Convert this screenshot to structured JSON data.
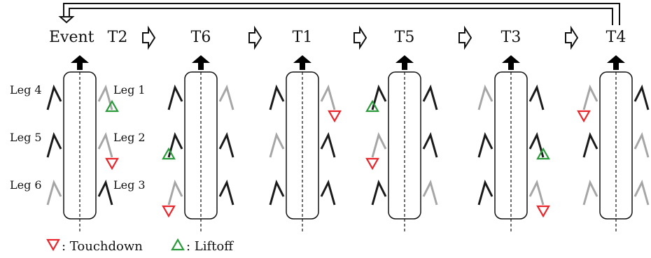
{
  "header": {
    "event_label": "Event",
    "sequence": [
      "T2",
      "T6",
      "T1",
      "T5",
      "T3",
      "T4"
    ]
  },
  "leg_labels": {
    "leg1": "Leg 1",
    "leg2": "Leg 2",
    "leg3": "Leg 3",
    "leg4": "Leg 4",
    "leg5": "Leg 5",
    "leg6": "Leg 6"
  },
  "legend": {
    "touchdown": ": Touchdown",
    "liftoff": ": Liftoff"
  },
  "colors": {
    "stance": "#1a1a1a",
    "swing": "#a6a6a6",
    "touchdown": "#e8262b",
    "liftoff": "#2a9a3a"
  },
  "panels": [
    {
      "event": "T2",
      "legs": {
        "L1": "swing",
        "L2": "swing",
        "L3": "stance",
        "L4": "stance",
        "L5": "stance",
        "L6": "swing"
      },
      "markers": [
        {
          "leg": "L1",
          "type": "liftoff"
        },
        {
          "leg": "L2",
          "type": "touchdown"
        }
      ]
    },
    {
      "event": "T6",
      "legs": {
        "L1": "swing",
        "L2": "stance",
        "L3": "stance",
        "L4": "stance",
        "L5": "stance",
        "L6": "swing"
      },
      "markers": [
        {
          "leg": "L5",
          "type": "liftoff"
        },
        {
          "leg": "L6",
          "type": "touchdown"
        }
      ]
    },
    {
      "event": "T1",
      "legs": {
        "L1": "swing",
        "L2": "stance",
        "L3": "stance",
        "L4": "stance",
        "L5": "swing",
        "L6": "stance"
      },
      "markers": [
        {
          "leg": "L1",
          "type": "touchdown"
        }
      ]
    },
    {
      "event": "T5",
      "legs": {
        "L1": "stance",
        "L2": "stance",
        "L3": "swing",
        "L4": "stance",
        "L5": "swing",
        "L6": "stance"
      },
      "markers": [
        {
          "leg": "L4",
          "type": "liftoff"
        },
        {
          "leg": "L5",
          "type": "touchdown"
        }
      ]
    },
    {
      "event": "T3",
      "legs": {
        "L1": "stance",
        "L2": "stance",
        "L3": "swing",
        "L4": "swing",
        "L5": "stance",
        "L6": "stance"
      },
      "markers": [
        {
          "leg": "L2",
          "type": "liftoff"
        },
        {
          "leg": "L3",
          "type": "touchdown"
        }
      ]
    },
    {
      "event": "T4",
      "legs": {
        "L1": "stance",
        "L2": "swing",
        "L3": "swing",
        "L4": "swing",
        "L5": "stance",
        "L6": "swing"
      },
      "markers": [
        {
          "leg": "L4",
          "type": "touchdown"
        }
      ]
    }
  ]
}
